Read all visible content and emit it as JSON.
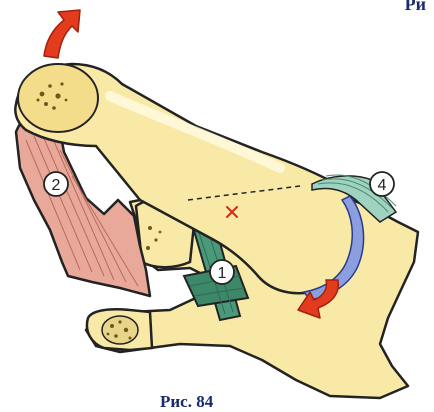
{
  "header": {
    "fragment_text": "Ри"
  },
  "figure": {
    "caption": "Рис. 84",
    "labels": [
      {
        "id": "1",
        "text": "1"
      },
      {
        "id": "2",
        "text": "2"
      },
      {
        "id": "4",
        "text": "4"
      }
    ],
    "colors": {
      "bone": "#f8eaa6",
      "bone_outline": "#232323",
      "muscle": "#e8a89a",
      "ligament": "#4a9a7a",
      "capsule": "#9fd3c0",
      "cartilage": "#8a9ee0",
      "arrow": "#e23b1d",
      "caption": "#1a2c6e"
    },
    "icons": {
      "top_arrow": "curved-arrow-up-right-icon",
      "bottom_arrow": "curved-arrow-down-left-icon",
      "center_marker": "x-mark-icon"
    }
  }
}
